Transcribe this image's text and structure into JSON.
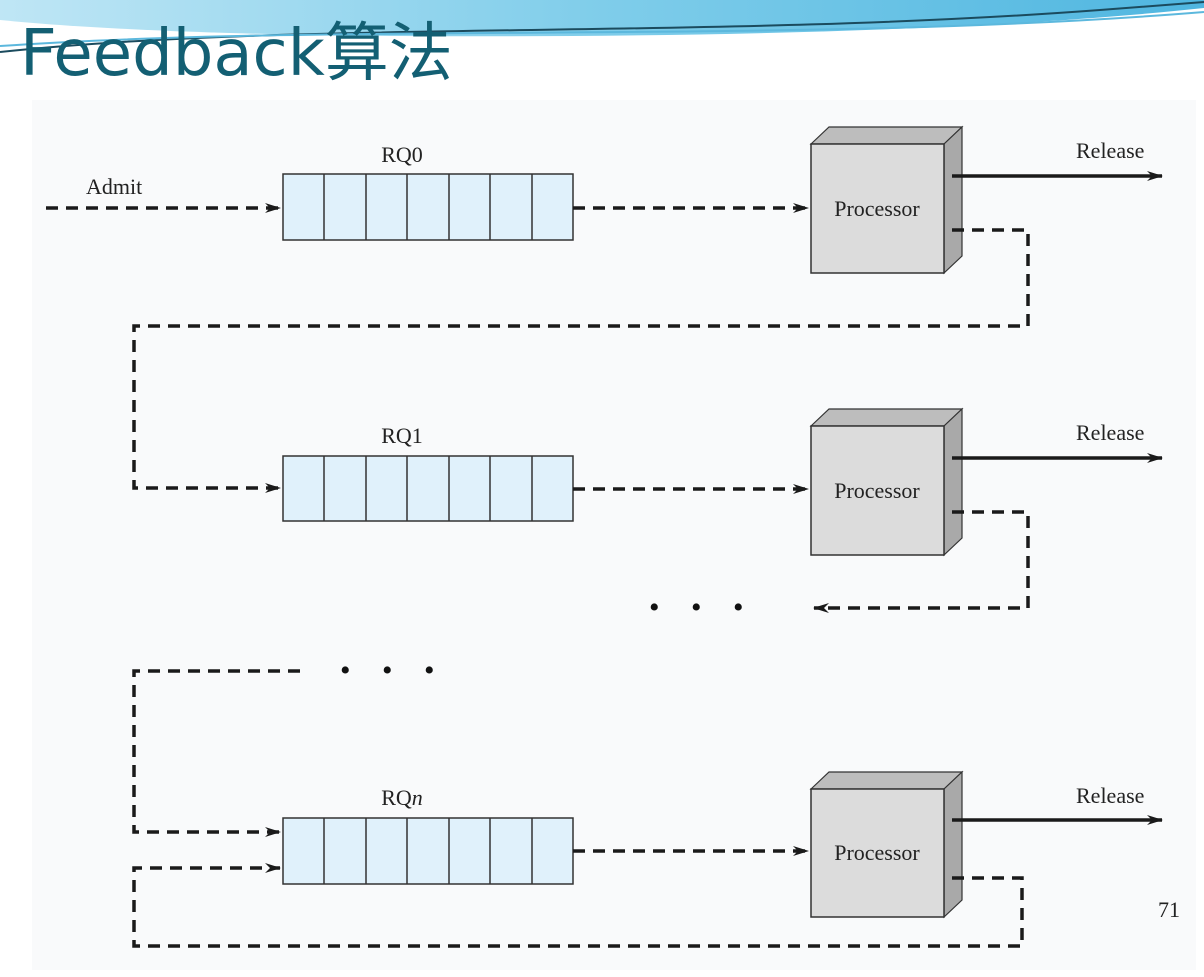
{
  "slide": {
    "title": "Feedback算法",
    "page_number": "71"
  },
  "diagram": {
    "admit_label": "Admit",
    "queues": [
      {
        "label": "RQ0",
        "label_italic_suffix": ""
      },
      {
        "label": "RQ",
        "label_italic_suffix": "1"
      },
      {
        "label": "RQ",
        "label_italic_suffix": "n"
      }
    ],
    "processor_label": "Processor",
    "release_label": "Release",
    "ellipsis": "• • •"
  },
  "colors": {
    "title": "#135f73",
    "queue_fill": "#e0f1fb",
    "processor_front": "#dcdcdc",
    "processor_top": "#bdbdbd",
    "processor_side": "#a9a9a9",
    "line": "#1a1a1a"
  }
}
